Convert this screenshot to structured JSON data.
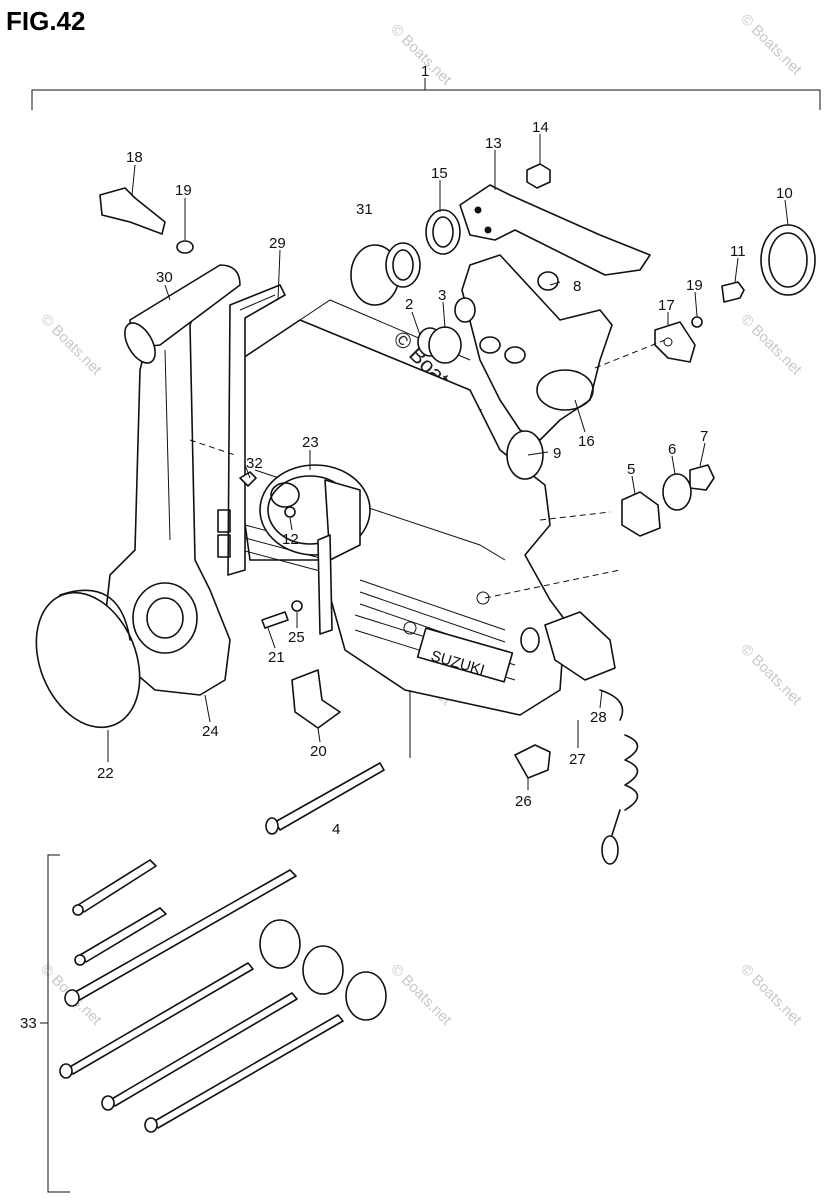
{
  "figure": {
    "title": "FIG.42",
    "brand_label": "SUZUKI"
  },
  "callouts": {
    "p1": "1",
    "p2": "2",
    "p3": "3",
    "p4": "4",
    "p5": "5",
    "p6": "6",
    "p7": "7",
    "p8": "8",
    "p9": "9",
    "p10": "10",
    "p11": "11",
    "p12": "12",
    "p13": "13",
    "p14": "14",
    "p15": "15",
    "p16": "16",
    "p17": "17",
    "p18": "18",
    "p19a": "19",
    "p19b": "19",
    "p20": "20",
    "p21": "21",
    "p22": "22",
    "p23": "23",
    "p24": "24",
    "p25": "25",
    "p26": "26",
    "p27": "27",
    "p28": "28",
    "p29": "29",
    "p30": "30",
    "p31": "31",
    "p32": "32",
    "p33": "33"
  },
  "watermark": {
    "corner": "© Boats.net",
    "center": "© Boats.net"
  }
}
